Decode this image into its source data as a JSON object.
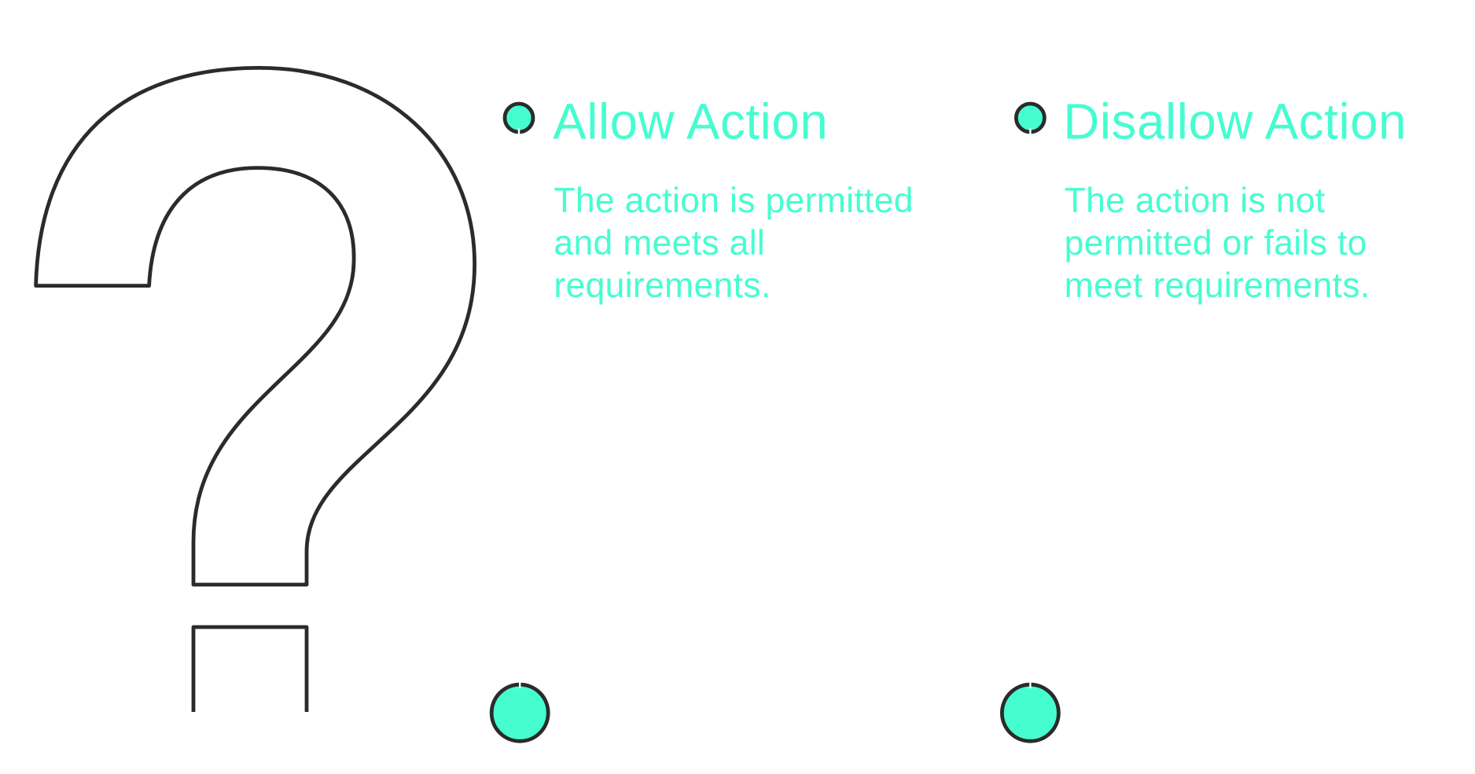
{
  "colors": {
    "accent": "#46fdd0",
    "outline": "#2b2b2b"
  },
  "icon": "question-mark-outline-icon",
  "options": [
    {
      "title": "Allow Action",
      "description": "The action is permitted and meets all requirements."
    },
    {
      "title": "Disallow Action",
      "description": "The action is not permitted or fails to meet requirements."
    }
  ]
}
